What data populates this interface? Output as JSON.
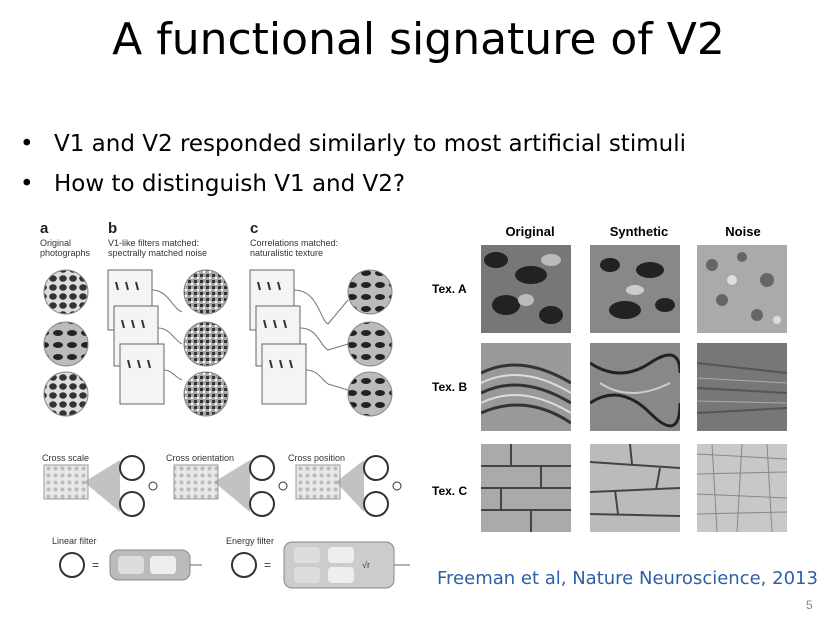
{
  "slide": {
    "title": "A functional signature of V2",
    "bullets": [
      "V1 and V2 responded similarly to most artificial stimuli",
      "How to distinguish V1 and V2?"
    ],
    "bullet_symbol": "•",
    "citation": "Freeman et al, Nature Neuroscience, 2013",
    "page_number": "5"
  },
  "left_figure": {
    "panel_a": {
      "letter": "a",
      "caption": [
        "Original",
        "photographs"
      ]
    },
    "panel_b": {
      "letter": "b",
      "caption": [
        "V1-like filters matched:",
        "spectrally matched noise"
      ]
    },
    "panel_c": {
      "letter": "c",
      "caption": [
        "Correlations matched:",
        "naturalistic texture"
      ]
    },
    "cross_labels": [
      "Cross scale",
      "Cross orientation",
      "Cross position"
    ],
    "linear_filter": "Linear filter",
    "energy_filter": "Energy filter",
    "equals": "=",
    "sqrt": "√r"
  },
  "right_figure": {
    "columns": [
      "Original",
      "Synthetic",
      "Noise"
    ],
    "rows": [
      "Tex. A",
      "Tex. B",
      "Tex. C"
    ]
  }
}
